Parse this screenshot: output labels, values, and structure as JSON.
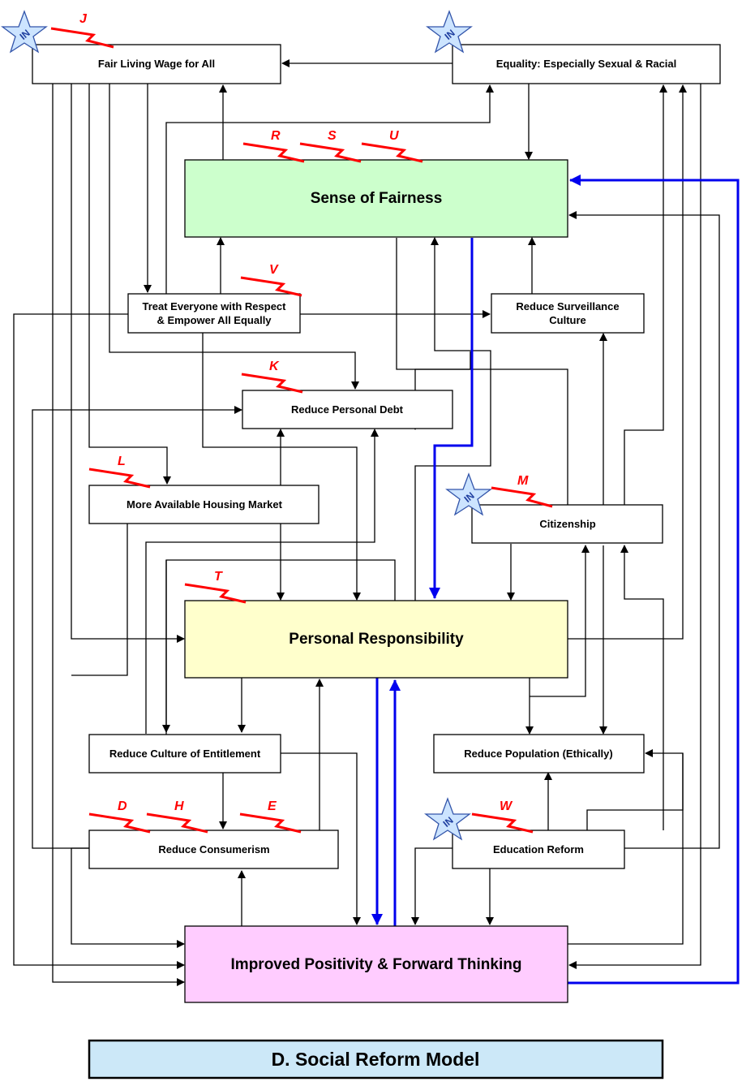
{
  "title": "D. Social Reform Model",
  "nodes": {
    "fair_wage": "Fair Living Wage for All",
    "equality": "Equality: Especially Sexual & Racial",
    "fairness": "Sense of Fairness",
    "respect_1": "Treat Everyone with Respect",
    "respect_2": "& Empower All Equally",
    "surveillance_1": "Reduce Surveillance",
    "surveillance_2": "Culture",
    "debt": "Reduce Personal Debt",
    "housing": "More Available Housing Market",
    "citizenship": "Citizenship",
    "responsibility": "Personal Responsibility",
    "entitlement": "Reduce Culture of Entitlement",
    "population": "Reduce Population (Ethically)",
    "consumerism": "Reduce Consumerism",
    "education": "Education Reform",
    "positivity": "Improved Positivity & Forward Thinking"
  },
  "markers": {
    "j": "J",
    "r": "R",
    "s": "S",
    "u": "U",
    "v": "V",
    "k": "K",
    "l": "L",
    "m": "M",
    "t": "T",
    "d": "D",
    "h": "H",
    "e": "E",
    "w": "W"
  },
  "inputs": {
    "label": "IN"
  },
  "colors": {
    "fairness_fill": "#ccffcc",
    "responsibility_fill": "#ffffcc",
    "positivity_fill": "#ffccff",
    "title_fill": "#cce8f8",
    "input_star": "#cce4ff",
    "marker": "#ff0000",
    "highlight_arrow": "#0000ee"
  }
}
